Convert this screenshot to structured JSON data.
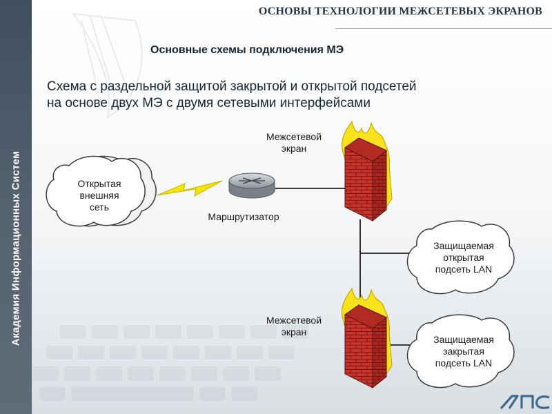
{
  "header": {
    "title": "ОСНОВЫ ТЕХНОЛОГИИ МЕЖСЕТЕВЫХ ЭКРАНОВ"
  },
  "sidebar": {
    "text": "Академия Информационных Систем"
  },
  "slide": {
    "title": "Основные схемы подключения МЭ",
    "subtitle_line1": "Схема с раздельной защитой закрытой и открытой подсетей",
    "subtitle_line2": "на основе двух МЭ с двумя сетевыми интерфейсами"
  },
  "nodes": {
    "external": {
      "line1": "Открытая",
      "line2": "внешняя",
      "line3": "сеть"
    },
    "router": {
      "label": "Маршрутизатор"
    },
    "firewall_top": {
      "line1": "Межсетевой",
      "line2": "экран"
    },
    "firewall_bottom": {
      "line1": "Межсетевой",
      "line2": "экран"
    },
    "lan_open": {
      "line1": "Защищаемая",
      "line2": "открытая",
      "line3": "подсеть LAN"
    },
    "lan_closed": {
      "line1": "Защищаемая",
      "line2": "закрытая",
      "line3": "подсеть LAN"
    }
  },
  "logo": {
    "icon": "ais-logo-icon"
  },
  "colors": {
    "sidebar": "#4b5866",
    "brick": "#c8322a",
    "flame": "#f7e21c",
    "lightning": "#f5e40a",
    "logo": "#3d6b8f"
  }
}
